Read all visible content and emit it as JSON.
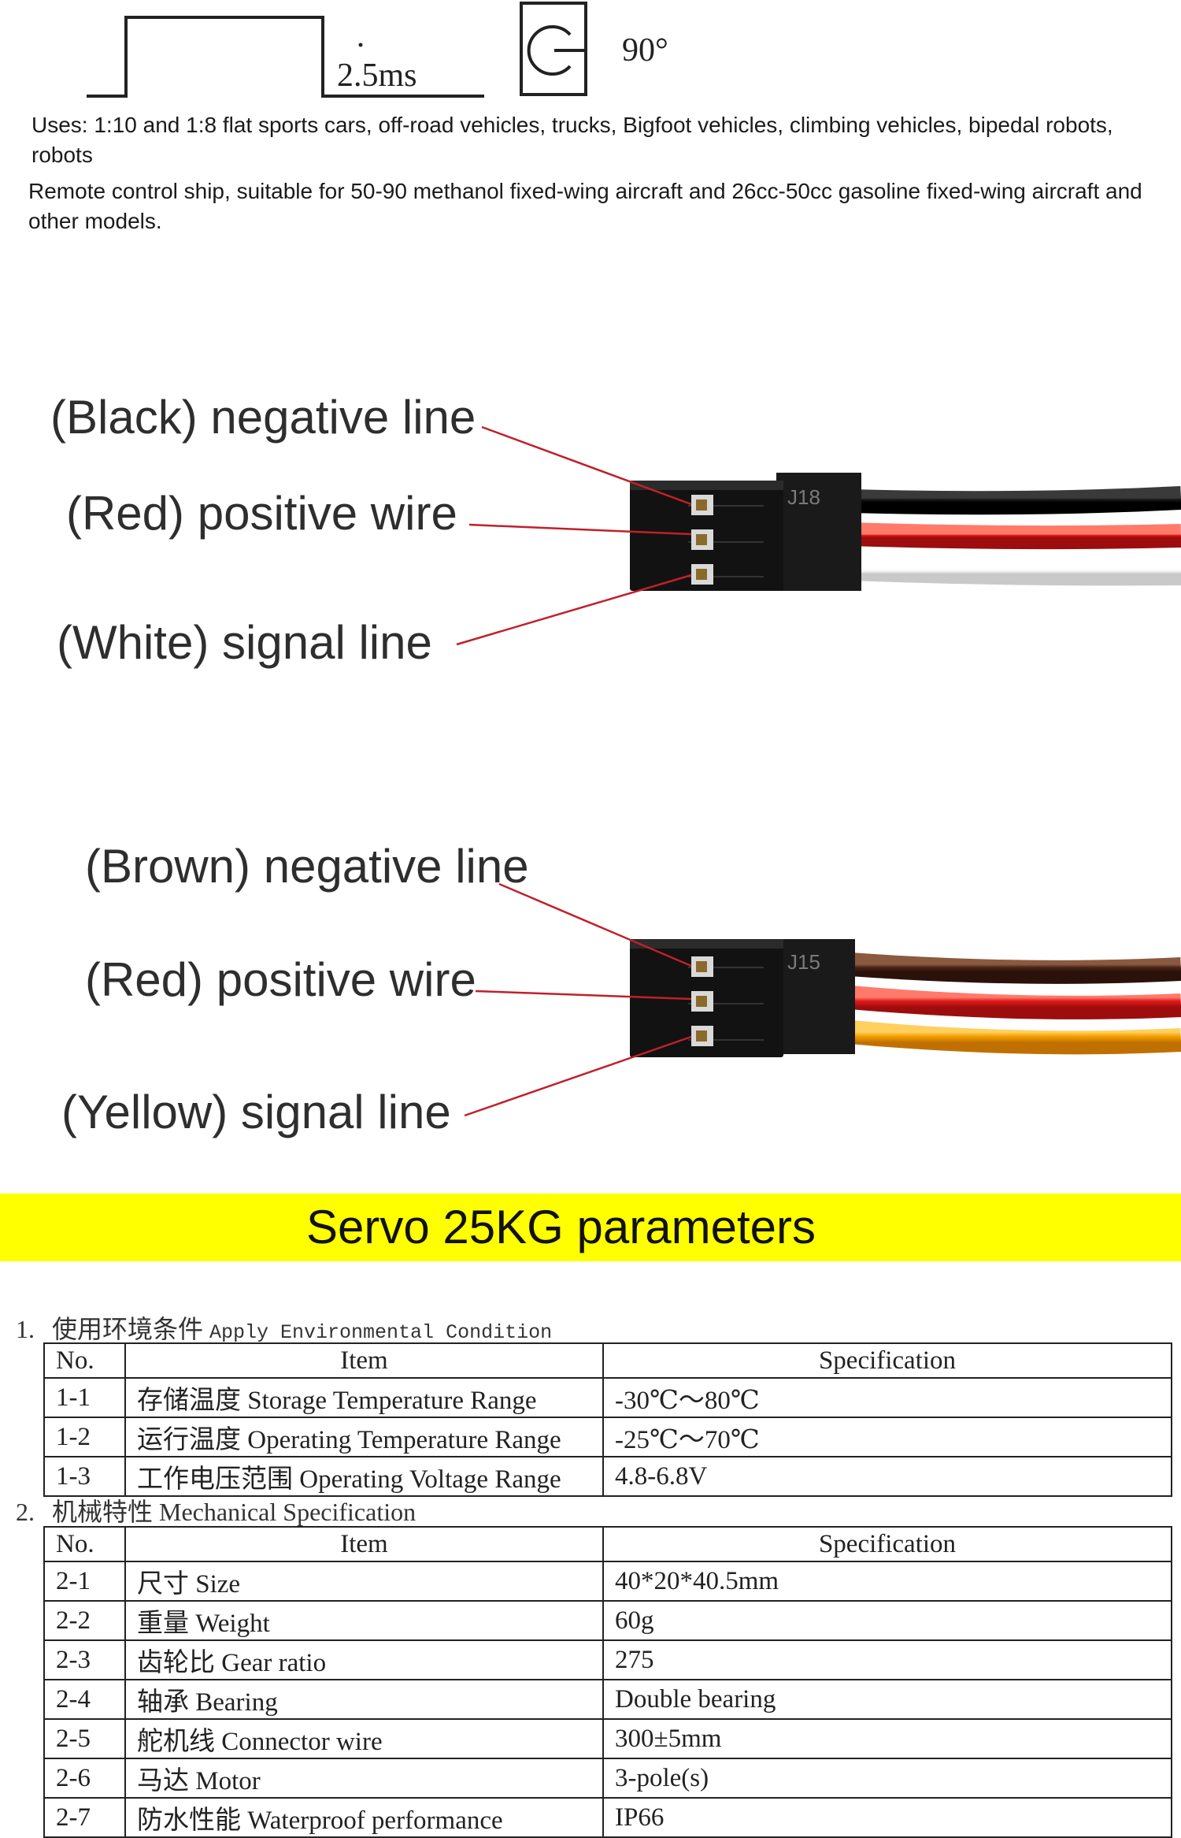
{
  "pulse_diagram": {
    "duration_label": "2.5ms",
    "angle_label": "90°"
  },
  "uses": {
    "line1": "Uses: 1:10 and 1:8 flat sports cars, off-road vehicles, trucks, Bigfoot vehicles, climbing vehicles, bipedal robots, robots",
    "line2": "Remote control ship, suitable for 50-90 methanol fixed-wing aircraft and 26cc-50cc gasoline fixed-wing aircraft and other models."
  },
  "connector1": {
    "marking": "J18",
    "labels": [
      "(Black) negative line",
      "(Red) positive wire",
      "(White) signal line"
    ],
    "wire_colors": [
      "#141414",
      "#e11b1b",
      "#f2f2f2"
    ]
  },
  "connector2": {
    "marking": "J15",
    "labels": [
      "(Brown) negative line",
      "(Red) positive wire",
      "(Yellow) signal line"
    ],
    "wire_colors": [
      "#4a2416",
      "#e11b1b",
      "#f5a100"
    ]
  },
  "banner": {
    "title": "Servo 25KG parameters",
    "color": "#ffff00"
  },
  "section1": {
    "number": "1.",
    "title_cn": "使用环境条件",
    "title_en": "Apply Environmental Condition",
    "headers": [
      "No.",
      "Item",
      "Specification"
    ],
    "rows": [
      {
        "no": "1-1",
        "item": "存储温度  Storage Temperature Range",
        "spec": "-30℃～80℃"
      },
      {
        "no": "1-2",
        "item": "运行温度  Operating Temperature Range",
        "spec": "-25℃～70℃"
      },
      {
        "no": "1-3",
        "item": "工作电压范围 Operating Voltage Range",
        "spec": "4.8-6.8V"
      }
    ]
  },
  "section2": {
    "number": "2.",
    "title_cn": "机械特性",
    "title_en": "Mechanical Specification",
    "headers": [
      "No.",
      "Item",
      "Specification"
    ],
    "rows": [
      {
        "no": "2-1",
        "item": "尺寸  Size",
        "spec": "40*20*40.5mm"
      },
      {
        "no": "2-2",
        "item": "重量  Weight",
        "spec": "60g"
      },
      {
        "no": "2-3",
        "item": "齿轮比  Gear ratio",
        "spec": "275"
      },
      {
        "no": "2-4",
        "item": "轴承  Bearing",
        "spec": "Double bearing"
      },
      {
        "no": "2-5",
        "item": "舵机线  Connector wire",
        "spec": "300±5mm"
      },
      {
        "no": "2-6",
        "item": "马达  Motor",
        "spec": "3-pole(s)"
      },
      {
        "no": "2-7",
        "item": "防水性能 Waterproof performance",
        "spec": "IP66"
      }
    ]
  }
}
